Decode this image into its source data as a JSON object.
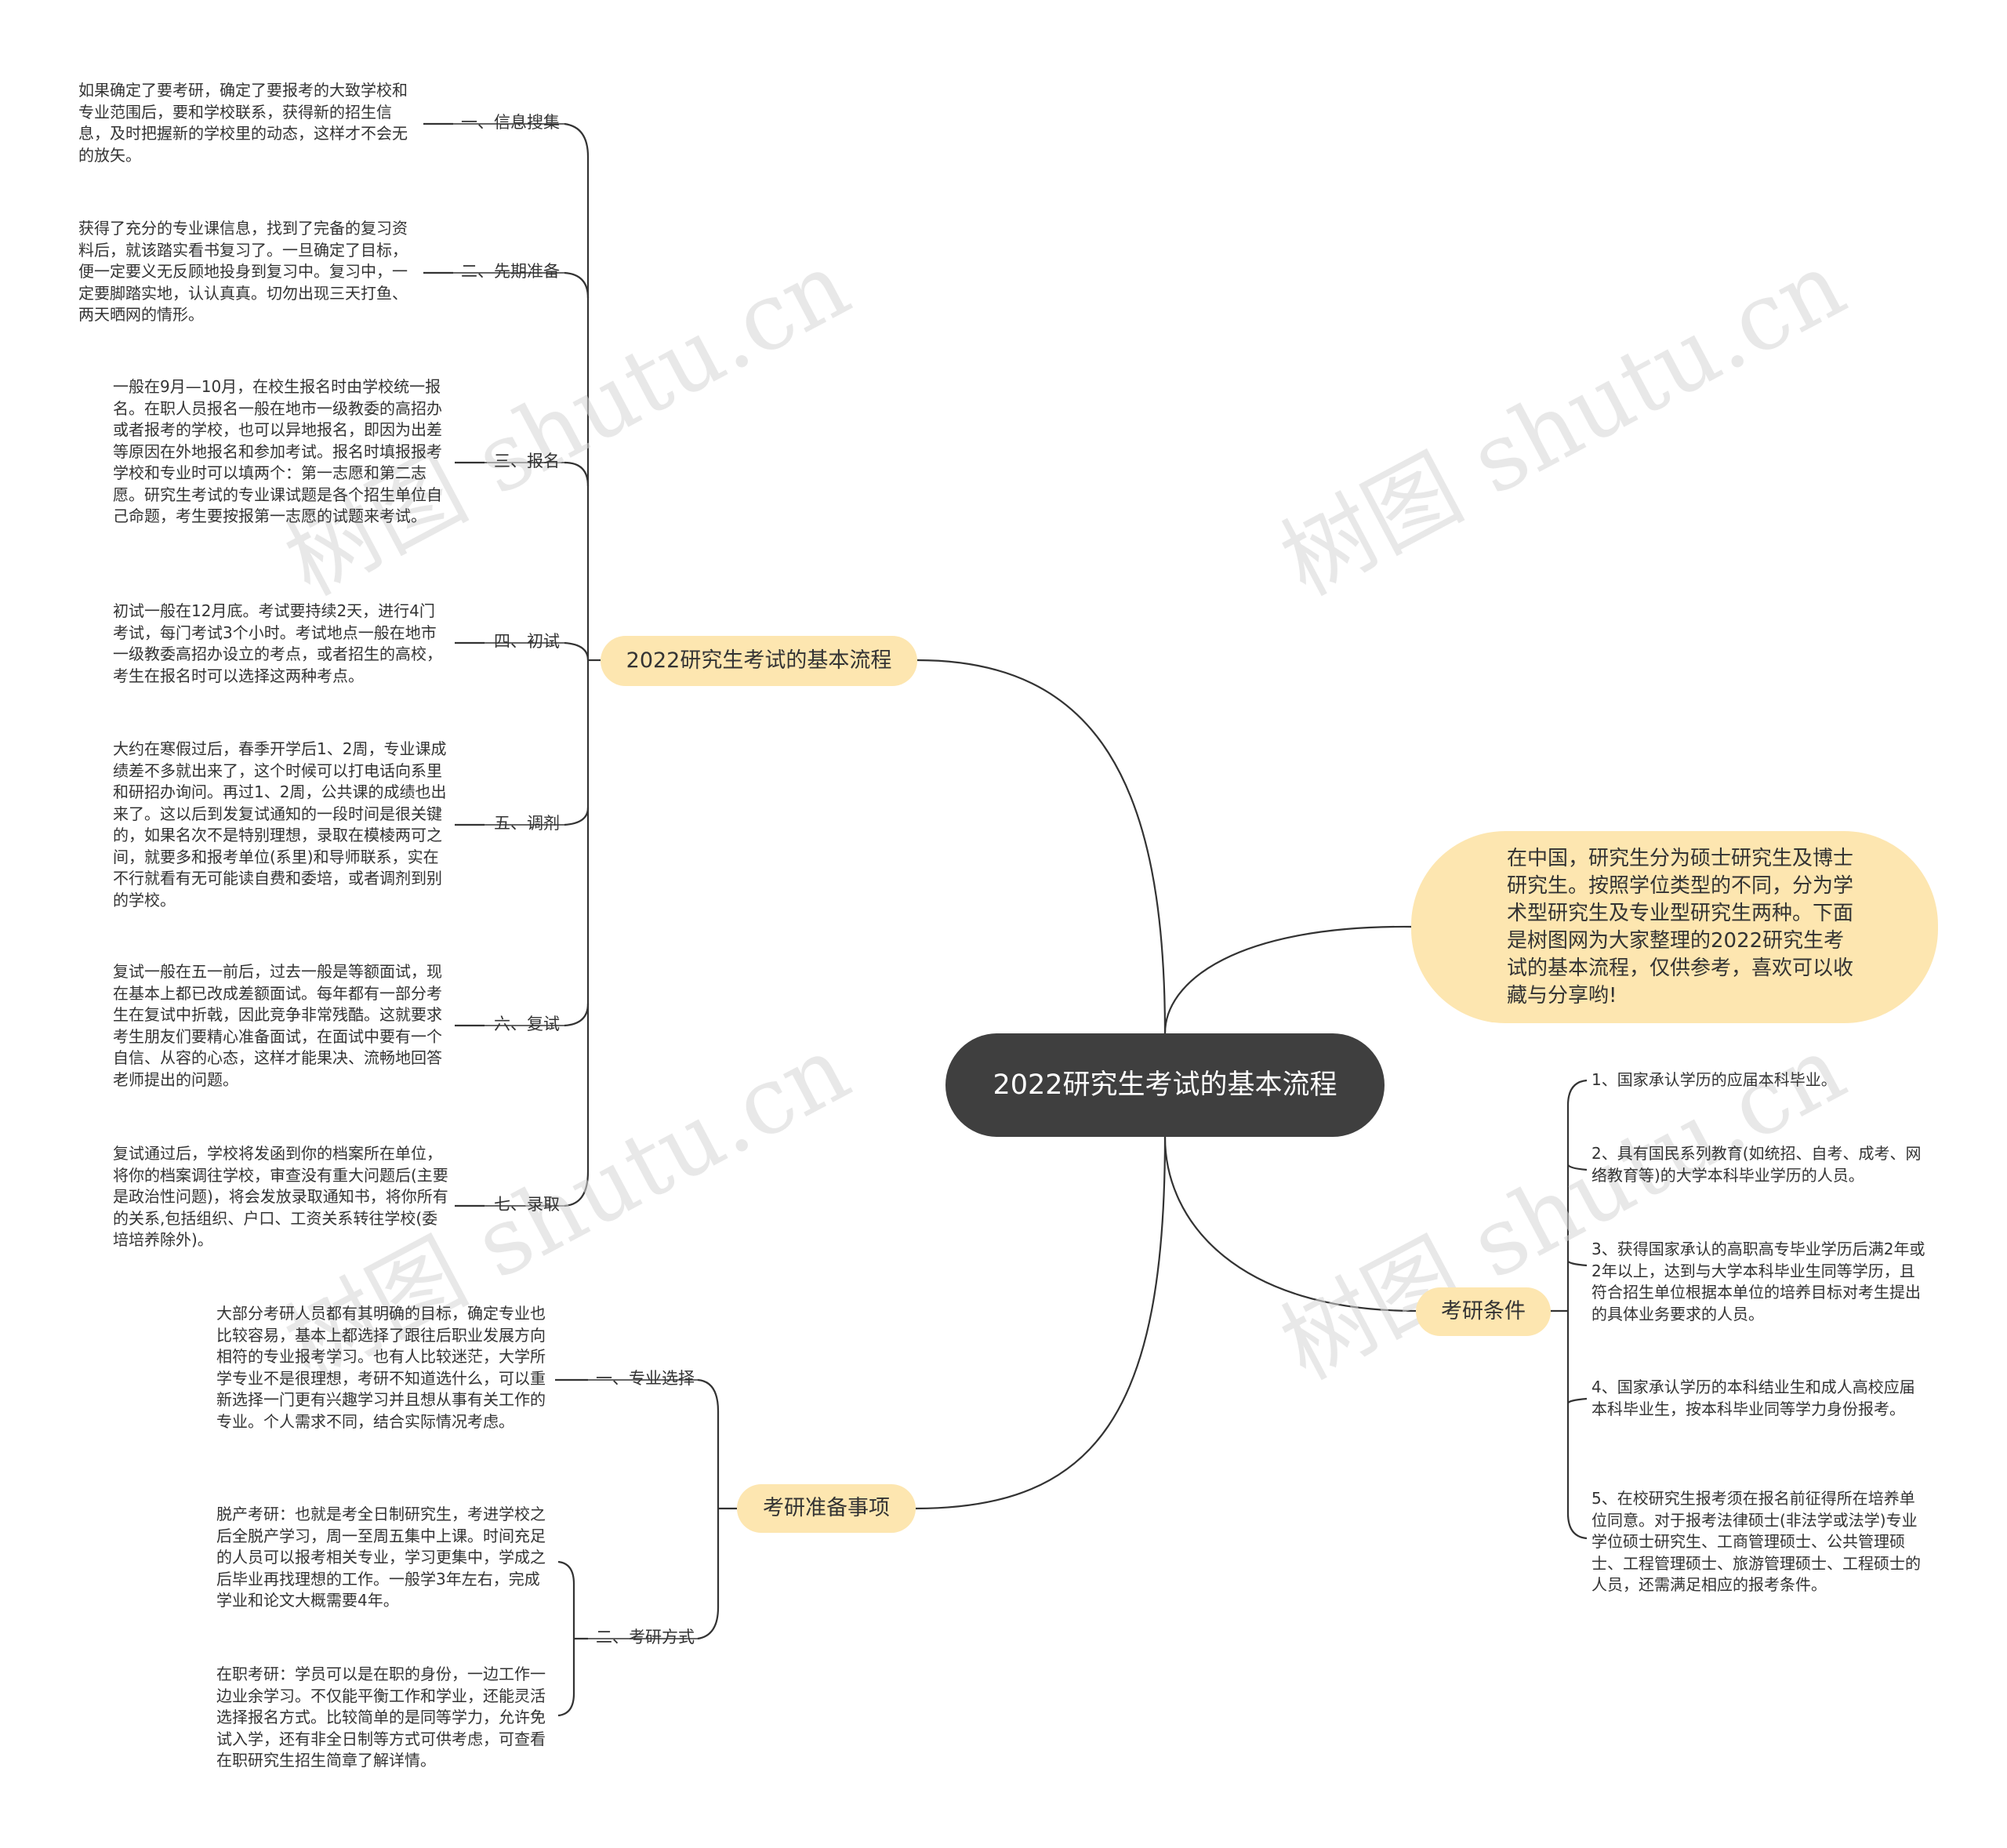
{
  "root": {
    "title": "2022研究生考试的基本流程"
  },
  "intro": {
    "text": "在中国，研究生分为硕士研究生及博士研究生。按照学位类型的不同，分为学术型研究生及专业型研究生两种。下面是树图网为大家整理的2022研究生考试的基本流程，仅供参考，喜欢可以收藏与分享哟!"
  },
  "flow": {
    "label": "2022研究生考试的基本流程",
    "steps": [
      {
        "label": "一、信息搜集",
        "text": "如果确定了要考研，确定了要报考的大致学校和专业范围后，要和学校联系，获得新的招生信息，及时把握新的学校里的动态，这样才不会无的放矢。"
      },
      {
        "label": "二、先期准备",
        "text": "获得了充分的专业课信息，找到了完备的复习资料后，就该踏实看书复习了。一旦确定了目标，便一定要义无反顾地投身到复习中。复习中，一定要脚踏实地，认认真真。切勿出现三天打鱼、两天晒网的情形。"
      },
      {
        "label": "三、报名",
        "text": "一般在9月—10月，在校生报名时由学校统一报名。在职人员报名一般在地市一级教委的高招办或者报考的学校，也可以异地报名，即因为出差等原因在外地报名和参加考试。报名时填报报考学校和专业时可以填两个：第一志愿和第二志愿。研究生考试的专业课试题是各个招生单位自己命题，考生要按报第一志愿的试题来考试。"
      },
      {
        "label": "四、初试",
        "text": "初试一般在12月底。考试要持续2天，进行4门考试，每门考试3个小时。考试地点一般在地市一级教委高招办设立的考点，或者招生的高校，考生在报名时可以选择这两种考点。"
      },
      {
        "label": "五、调剂",
        "text": "大约在寒假过后，春季开学后1、2周，专业课成绩差不多就出来了，这个时候可以打电话向系里和研招办询问。再过1、2周，公共课的成绩也出来了。这以后到发复试通知的一段时间是很关键的，如果名次不是特别理想，录取在模棱两可之间，就要多和报考单位(系里)和导师联系，实在不行就看有无可能读自费和委培，或者调剂到别的学校。"
      },
      {
        "label": "六、复试",
        "text": "复试一般在五一前后，过去一般是等额面试，现在基本上都已改成差额面试。每年都有一部分考生在复试中折戟，因此竞争非常残酷。这就要求考生朋友们要精心准备面试，在面试中要有一个自信、从容的心态，这样才能果决、流畅地回答老师提出的问题。"
      },
      {
        "label": "七、录取",
        "text": "复试通过后，学校将发函到你的档案所在单位，将你的档案调往学校，审查没有重大问题后(主要是政治性问题)，将会发放录取通知书，将你所有的关系,包括组织、户口、工资关系转往学校(委培培养除外)。"
      }
    ]
  },
  "prep": {
    "label": "考研准备事项",
    "major": {
      "label": "一、专业选择",
      "text": "大部分考研人员都有其明确的目标，确定专业也比较容易，基本上都选择了跟往后职业发展方向相符的专业报考学习。也有人比较迷茫，大学所学专业不是很理想，考研不知道选什么，可以重新选择一门更有兴趣学习并且想从事有关工作的专业。个人需求不同，结合实际情况考虑。"
    },
    "mode": {
      "label": "二、考研方式",
      "items": [
        "脱产考研：也就是考全日制研究生，考进学校之后全脱产学习，周一至周五集中上课。时间充足的人员可以报考相关专业，学习更集中，学成之后毕业再找理想的工作。一般学3年左右，完成学业和论文大概需要4年。",
        "在职考研：学员可以是在职的身份，一边工作一边业余学习。不仅能平衡工作和学业，还能灵活选择报名方式。比较简单的是同等学力，允许免试入学，还有非全日制等方式可供考虑，可查看在职研究生招生简章了解详情。"
      ]
    }
  },
  "conditions": {
    "label": "考研条件",
    "items": [
      "1、国家承认学历的应届本科毕业。",
      "2、具有国民系列教育(如统招、自考、成考、网络教育等)的大学本科毕业学历的人员。",
      "3、获得国家承认的高职高专毕业学历后满2年或2年以上，达到与大学本科毕业生同等学历，且符合招生单位根据本单位的培养目标对考生提出的具体业务要求的人员。",
      "4、国家承认学历的本科结业生和成人高校应届本科毕业生，按本科毕业同等学力身份报考。",
      "5、在校研究生报考须在报名前征得所在培养单位同意。对于报考法律硕士(非法学或法学)专业学位硕士研究生、工商管理硕士、公共管理硕士、工程管理硕士、旅游管理硕士、工程硕士的人员，还需满足相应的报考条件。"
    ]
  },
  "watermark": "树图 shutu.cn",
  "colors": {
    "root_bg": "#3f3f3f",
    "topic_bg": "#fde6b0",
    "line": "#333333"
  }
}
